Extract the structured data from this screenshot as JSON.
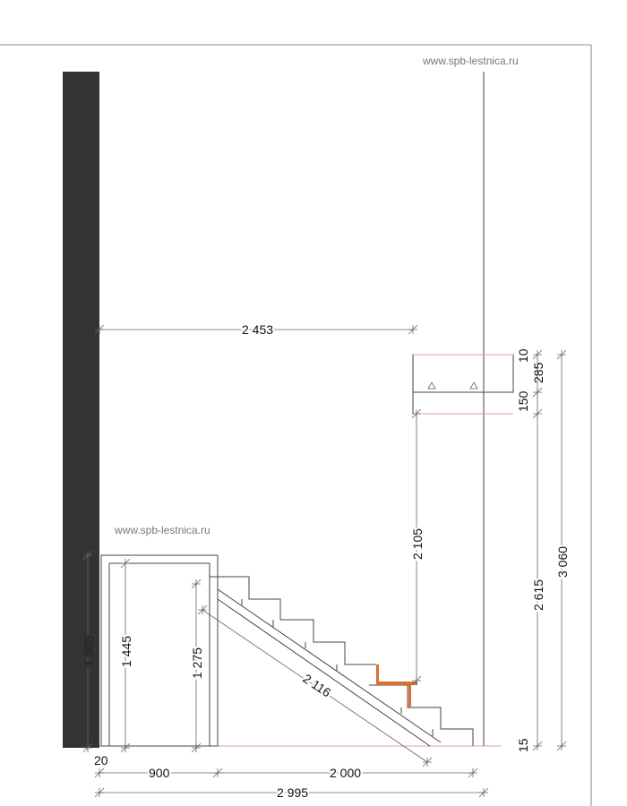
{
  "watermarks": [
    "www.spb-lestnica.ru",
    "www.spb-lestnica.ru"
  ],
  "dimensions": {
    "top_horizontal": "2 453",
    "slab_top": "10",
    "slab_thickness": "285",
    "slab_below": "150",
    "headroom": "2 105",
    "floor_to_slab": "2 615",
    "total_height": "3 060",
    "floor_offset": "15",
    "left_frame_height": "1 505",
    "frame_inner_height": "1 445",
    "stair_top_height": "1 275",
    "stringer_length": "2 116",
    "wall_gap": "20",
    "landing_width": "900",
    "flight_run": "2 000",
    "total_length": "2 995"
  },
  "colors": {
    "wall": "#333333",
    "highlight": "#d8712f",
    "floor": "#d9a0a0"
  }
}
